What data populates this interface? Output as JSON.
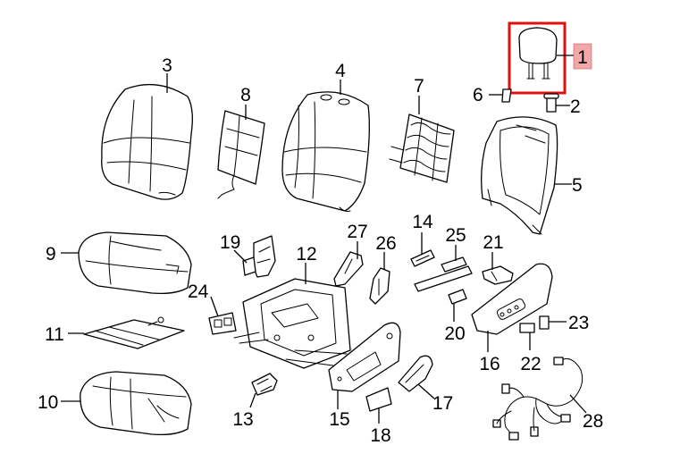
{
  "diagram": {
    "highlight": {
      "part": "1",
      "box_color": "#e01010",
      "tag_color": "#f2a8a8"
    },
    "parts": [
      {
        "id": "p1",
        "number": "1",
        "icon": "headrest-icon"
      },
      {
        "id": "p2",
        "number": "2",
        "icon": "headrest-guide-icon"
      },
      {
        "id": "p3",
        "number": "3",
        "icon": "seatback-cover-icon"
      },
      {
        "id": "p4",
        "number": "4",
        "icon": "seatback-pad-icon"
      },
      {
        "id": "p5",
        "number": "5",
        "icon": "seatback-frame-icon"
      },
      {
        "id": "p6",
        "number": "6",
        "icon": "guide-cap-icon"
      },
      {
        "id": "p7",
        "number": "7",
        "icon": "lumbar-support-icon"
      },
      {
        "id": "p8",
        "number": "8",
        "icon": "heater-element-icon"
      },
      {
        "id": "p9",
        "number": "9",
        "icon": "cushion-cover-icon"
      },
      {
        "id": "p10",
        "number": "10",
        "icon": "cushion-pad-icon"
      },
      {
        "id": "p11",
        "number": "11",
        "icon": "cushion-heater-icon"
      },
      {
        "id": "p12",
        "number": "12",
        "icon": "seat-frame-icon"
      },
      {
        "id": "p13",
        "number": "13",
        "icon": "clip-icon"
      },
      {
        "id": "p14",
        "number": "14",
        "icon": "cover-icon"
      },
      {
        "id": "p15",
        "number": "15",
        "icon": "side-shield-icon"
      },
      {
        "id": "p16",
        "number": "16",
        "icon": "outer-shield-icon"
      },
      {
        "id": "p17",
        "number": "17",
        "icon": "trim-panel-icon"
      },
      {
        "id": "p18",
        "number": "18",
        "icon": "knob-icon"
      },
      {
        "id": "p19",
        "number": "19",
        "icon": "bracket-icon"
      },
      {
        "id": "p20",
        "number": "20",
        "icon": "switch-knob-icon"
      },
      {
        "id": "p21",
        "number": "21",
        "icon": "switch-knob-icon"
      },
      {
        "id": "p22",
        "number": "22",
        "icon": "switch-icon"
      },
      {
        "id": "p23",
        "number": "23",
        "icon": "connector-icon"
      },
      {
        "id": "p24",
        "number": "24",
        "icon": "motor-icon"
      },
      {
        "id": "p25",
        "number": "25",
        "icon": "rail-cover-icon"
      },
      {
        "id": "p26",
        "number": "26",
        "icon": "side-bracket-icon"
      },
      {
        "id": "p27",
        "number": "27",
        "icon": "side-bracket-icon"
      },
      {
        "id": "p28",
        "number": "28",
        "icon": "wire-harness-icon"
      }
    ]
  }
}
